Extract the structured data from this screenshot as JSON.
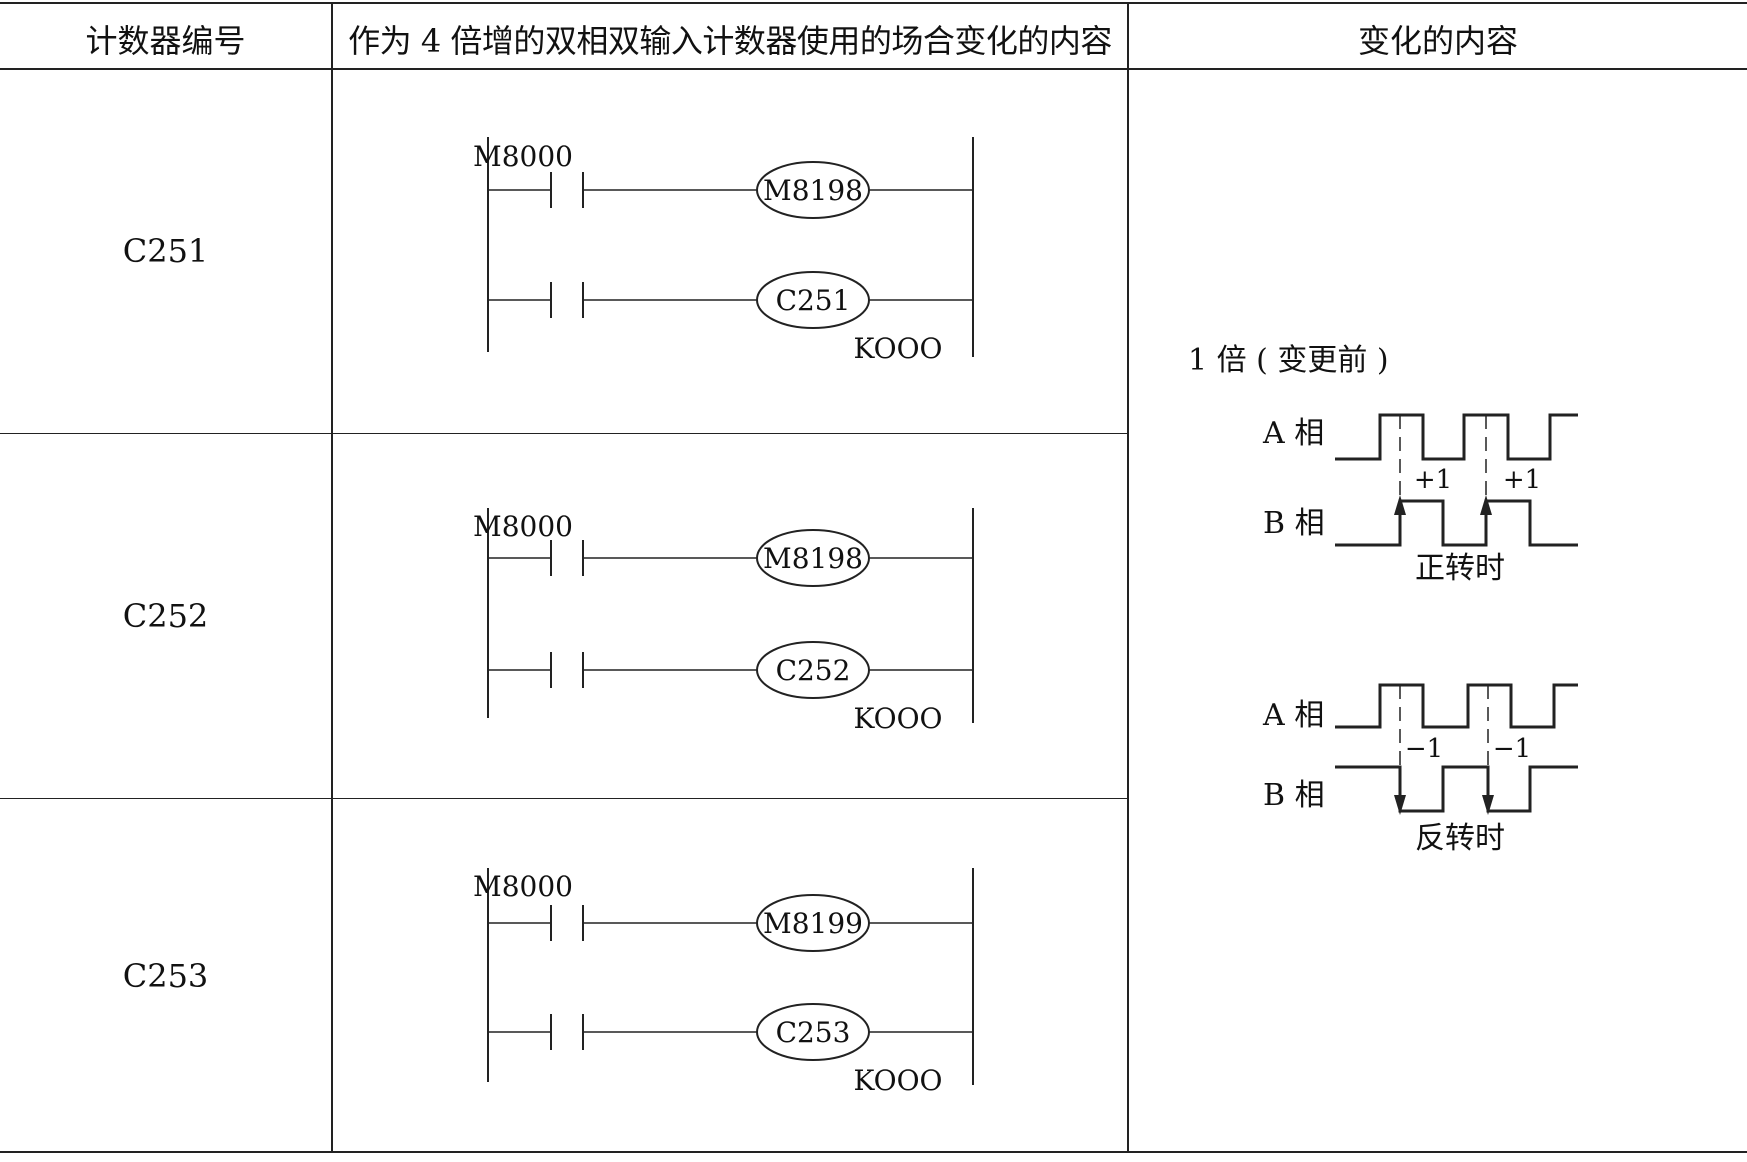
{
  "table": {
    "headers": [
      "计数器编号",
      "作为 4 倍增的双相双输入计数器使用的场合变化的内容",
      "变化的内容"
    ],
    "rows": [
      {
        "counter": "C251",
        "contact_label": "M8000",
        "coil_top": "M8198",
        "coil_bottom": "C251",
        "preset": "KOOO"
      },
      {
        "counter": "C252",
        "contact_label": "M8000",
        "coil_top": "M8198",
        "coil_bottom": "C252",
        "preset": "KOOO"
      },
      {
        "counter": "C253",
        "contact_label": "M8000",
        "coil_top": "M8199",
        "coil_bottom": "C253",
        "preset": "KOOO"
      }
    ]
  },
  "timing": {
    "title": "1 倍 ( 变更前 )",
    "forward": {
      "phase_a": "A 相",
      "phase_b": "B 相",
      "count_label": "+1",
      "caption": "正转时"
    },
    "reverse": {
      "phase_a": "A 相",
      "phase_b": "B 相",
      "count_label": "−1",
      "caption": "反转时"
    }
  }
}
